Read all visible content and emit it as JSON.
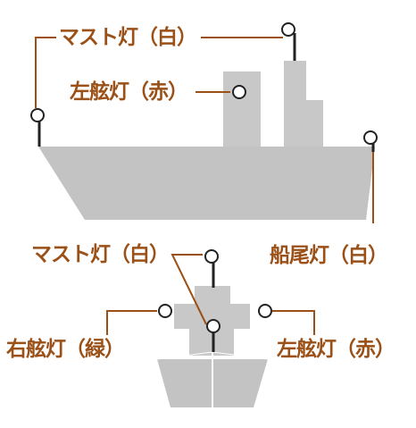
{
  "colors": {
    "label": "#9a5016",
    "leader": "#9a5016",
    "hull": "#c3c3c3",
    "structure": "#c8c8c8",
    "mast": "#222222",
    "light_ring": "#222222"
  },
  "labels": {
    "top_masthead": "マスト灯（白）",
    "top_port": "左舷灯（赤）",
    "top_stern": "船尾灯（白）",
    "bottom_masthead": "マスト灯（白）",
    "bottom_starboard": "右舷灯（緑）",
    "bottom_port": "左舷灯（赤）"
  }
}
